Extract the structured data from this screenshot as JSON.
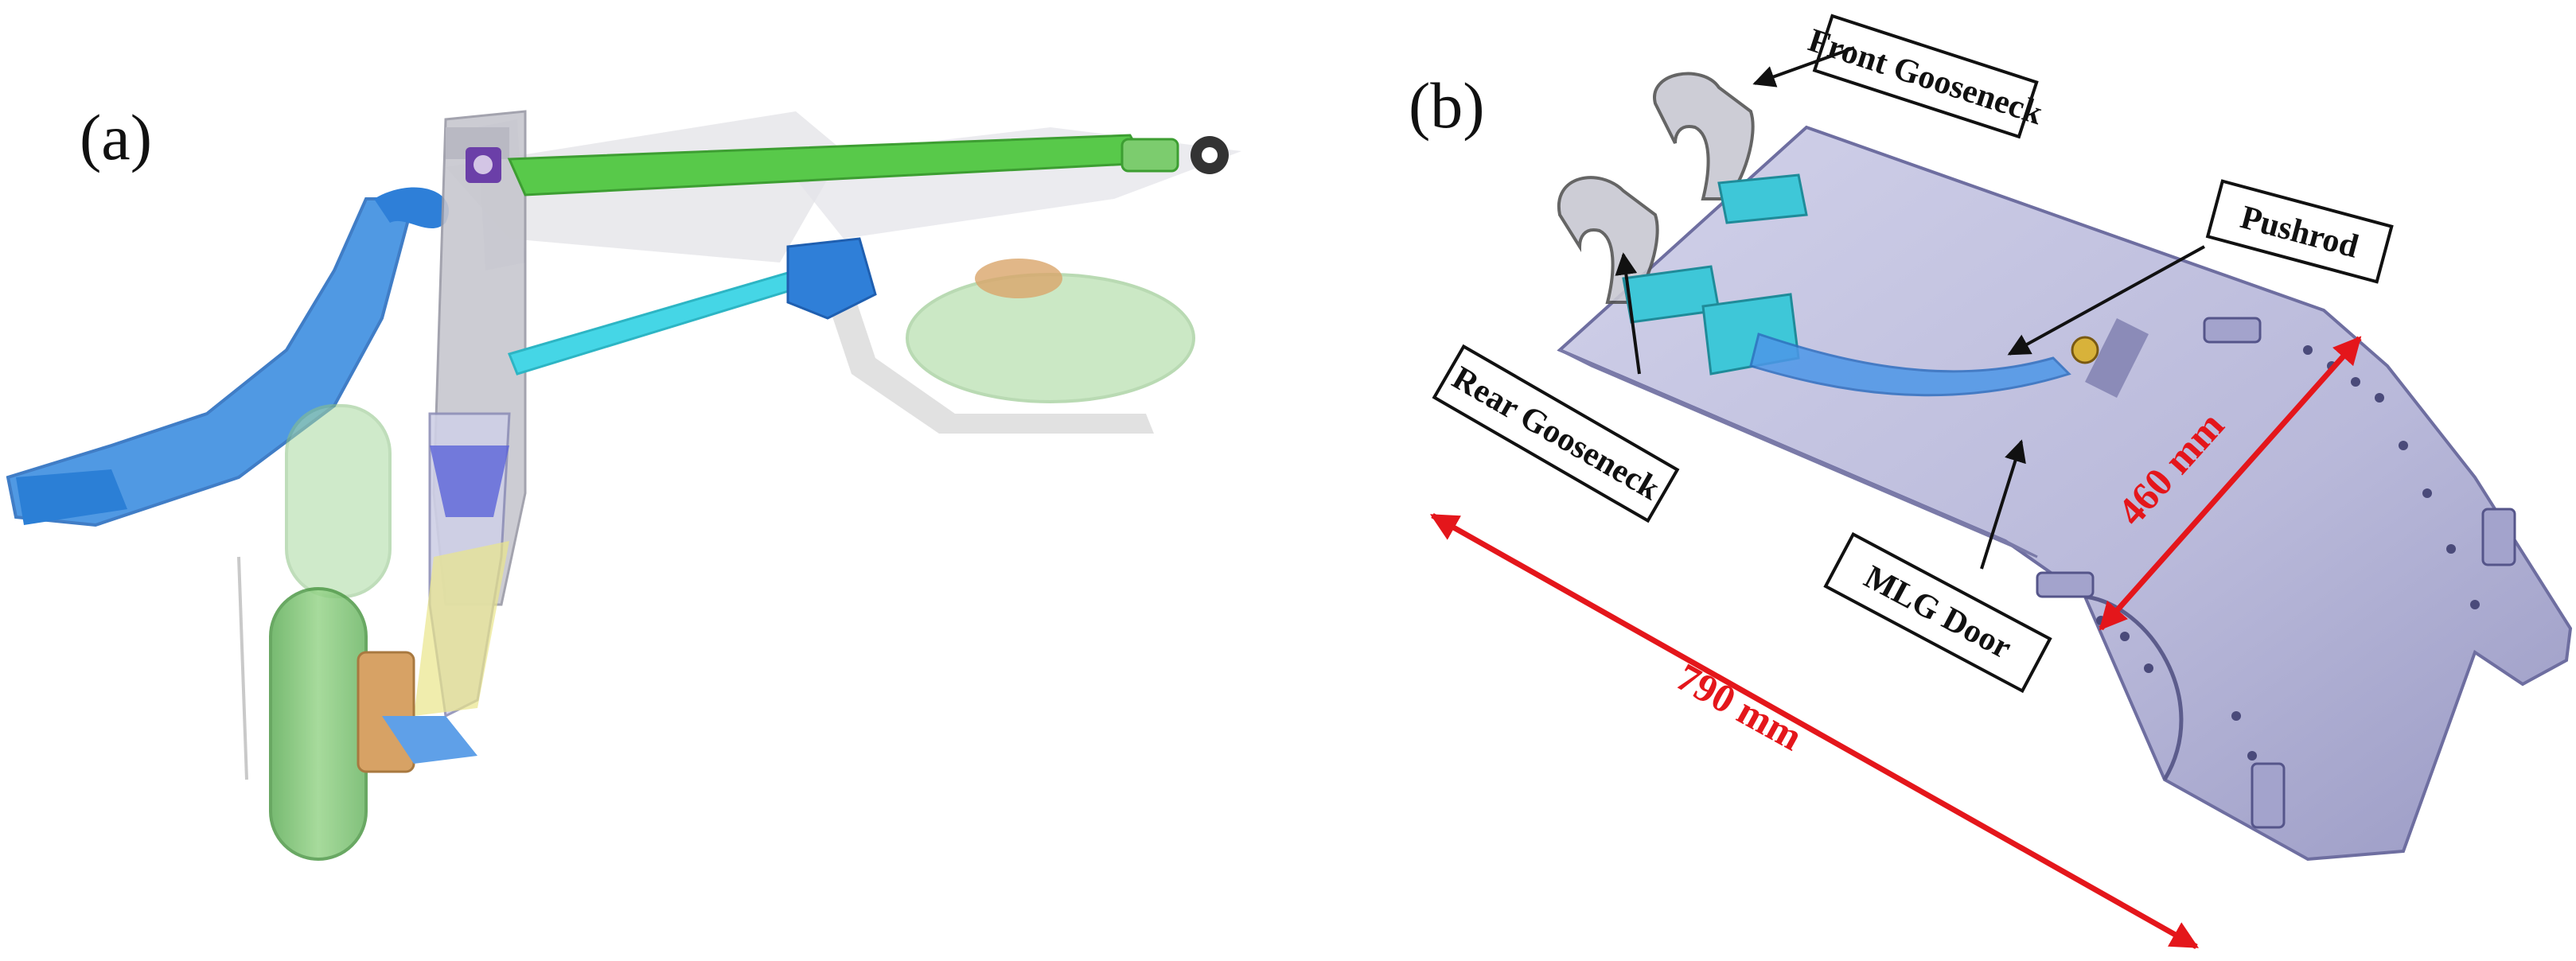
{
  "panel_a": {
    "label": "(a)"
  },
  "panel_b": {
    "label": "(b)",
    "callouts": {
      "front_gooseneck": "Front Gooseneck",
      "rear_gooseneck": "Rear Gooseneck",
      "pushrod": "Pushrod",
      "mlg_door": "MLG Door"
    },
    "dimensions": {
      "length": "790 mm",
      "width": "460 mm"
    }
  },
  "colors": {
    "dimension": "#e4161b",
    "door": "#b6b6d8",
    "fitting": "#3ec7d8",
    "strut_blue": "#3e8fe0",
    "actuator_green": "#58c94a",
    "tire_green": "#8fcc80",
    "cyan_rod": "#45d6e6"
  }
}
